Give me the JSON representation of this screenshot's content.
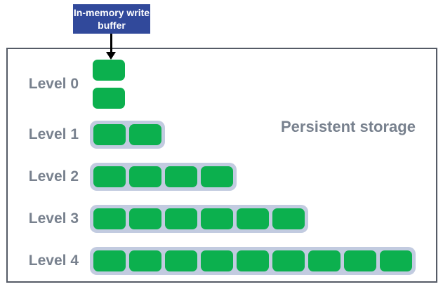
{
  "title_box": {
    "label": "In-memory write buffer"
  },
  "storage": {
    "caption": "Persistent storage",
    "levels": [
      {
        "label": "Level 0",
        "blocks": 2,
        "grouped": false
      },
      {
        "label": "Level 1",
        "blocks": 2,
        "grouped": true
      },
      {
        "label": "Level 2",
        "blocks": 4,
        "grouped": true
      },
      {
        "label": "Level 3",
        "blocks": 6,
        "grouped": true
      },
      {
        "label": "Level 4",
        "blocks": 9,
        "grouped": true
      }
    ]
  },
  "icons": {
    "down_arrow": "down-arrow"
  },
  "colors": {
    "block_green": "#0CB04E",
    "container_gray": "#C2CBE0",
    "box_blue": "#31499B",
    "label_gray": "#78818E",
    "border_gray": "#555B66"
  }
}
